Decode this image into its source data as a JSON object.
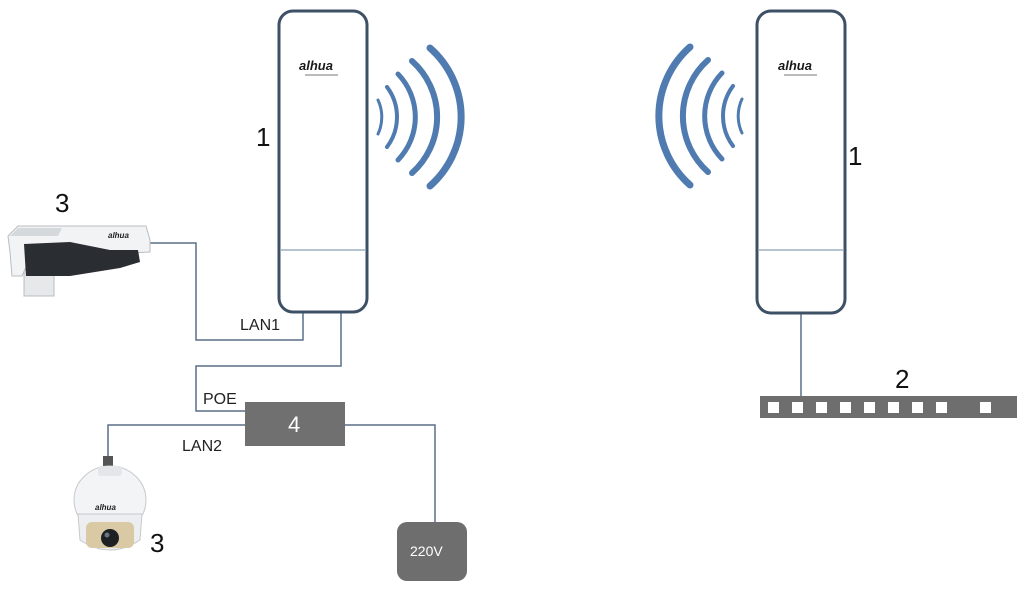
{
  "diagram": {
    "device_labels": {
      "cpe_left": "1",
      "cpe_right": "1",
      "switch": "2",
      "bullet_camera": "3",
      "dome_camera": "3",
      "poe_injector": "4"
    },
    "brand": "alhua",
    "ports": {
      "lan1": "LAN1",
      "poe": "POE",
      "lan2": "LAN2"
    },
    "power": "220V",
    "colors": {
      "wave": "#4f7bb0",
      "wire": "#5a6f86",
      "cpe_border": "#3d5066",
      "injector": "#707070",
      "switch": "#6e6e6e"
    }
  }
}
